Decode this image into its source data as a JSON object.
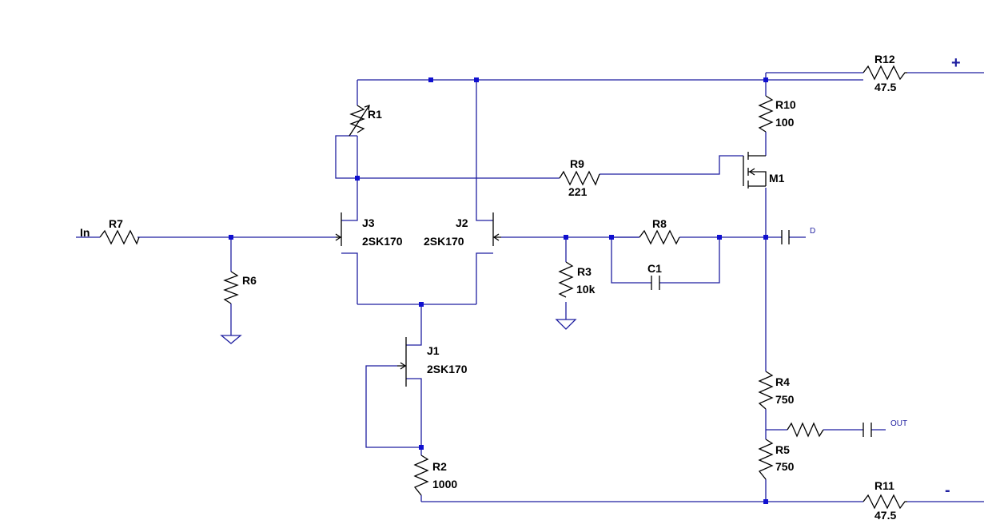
{
  "rails": {
    "plus": "+",
    "minus": "-"
  },
  "nets": {
    "input": "In",
    "d": "D",
    "out": "OUT"
  },
  "components": {
    "R1": {
      "name": "R1"
    },
    "R2": {
      "name": "R2",
      "value": "1000"
    },
    "R3": {
      "name": "R3",
      "value": "10k"
    },
    "R4": {
      "name": "R4",
      "value": "750"
    },
    "R5": {
      "name": "R5",
      "value": "750"
    },
    "R6": {
      "name": "R6"
    },
    "R7": {
      "name": "R7"
    },
    "R8": {
      "name": "R8"
    },
    "R9": {
      "name": "R9",
      "value": "221"
    },
    "R10": {
      "name": "R10",
      "value": "100"
    },
    "R11": {
      "name": "R11",
      "value": "47.5"
    },
    "R12": {
      "name": "R12",
      "value": "47.5"
    },
    "C1": {
      "name": "C1"
    },
    "J1": {
      "name": "J1",
      "value": "2SK170"
    },
    "J2": {
      "name": "J2",
      "value": "2SK170"
    },
    "J3": {
      "name": "J3",
      "value": "2SK170"
    },
    "M1": {
      "name": "M1"
    }
  }
}
